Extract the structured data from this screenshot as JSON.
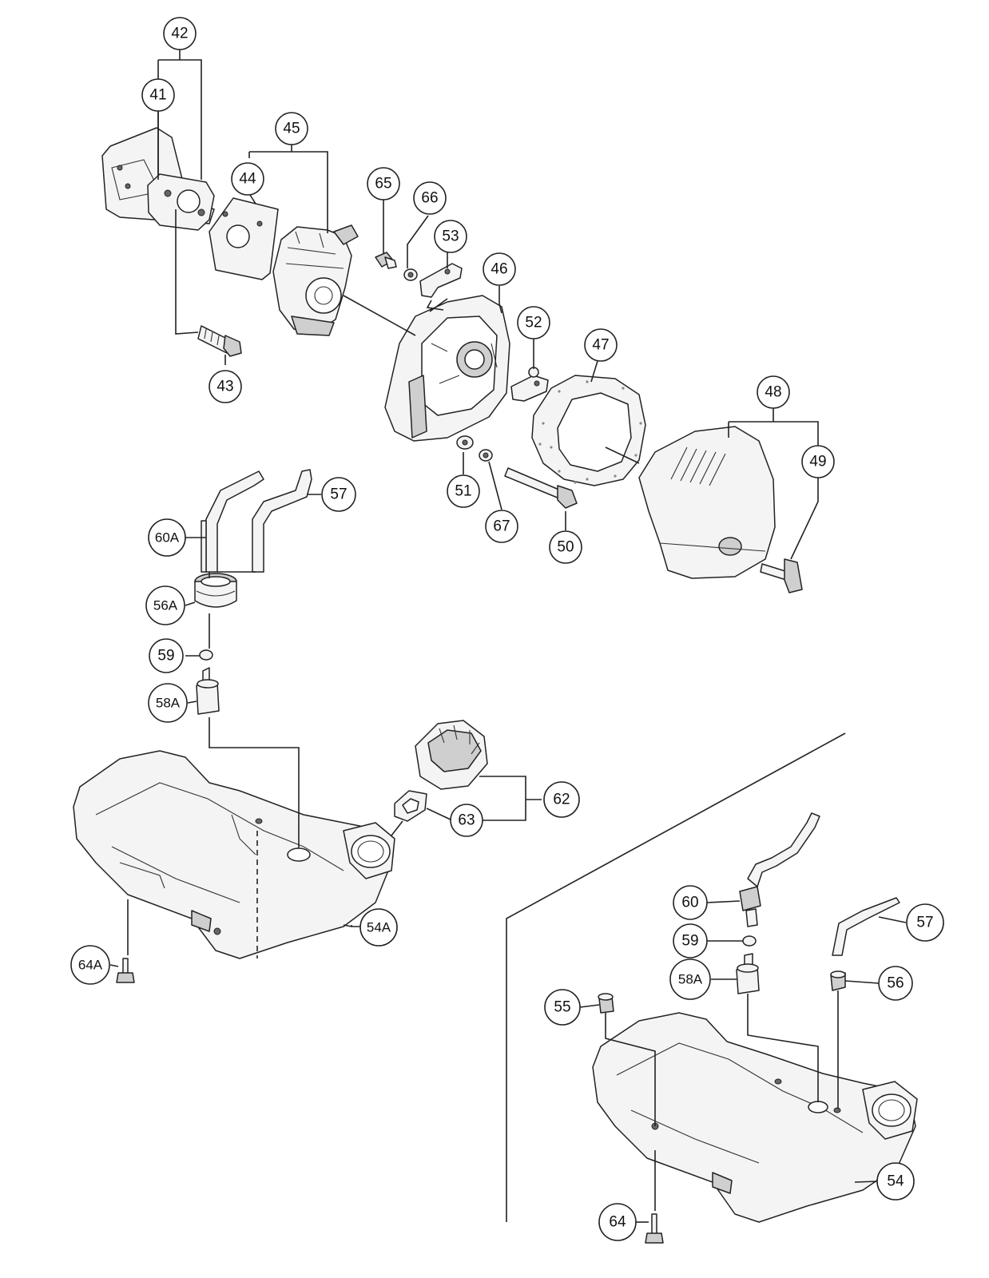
{
  "diagram": {
    "callouts": {
      "p41": "41",
      "p42": "42",
      "p43": "43",
      "p44": "44",
      "p45": "45",
      "p46": "46",
      "p47": "47",
      "p48": "48",
      "p49": "49",
      "p50": "50",
      "p51": "51",
      "p52": "52",
      "p53": "53",
      "p54": "54",
      "p54A": "54A",
      "p55": "55",
      "p56": "56",
      "p56A": "56A",
      "p57a": "57",
      "p57b": "57",
      "p58A_a": "58A",
      "p58A_b": "58A",
      "p59a": "59",
      "p59b": "59",
      "p60": "60",
      "p60A": "60A",
      "p62": "62",
      "p63": "63",
      "p64": "64",
      "p64A": "64A",
      "p65": "65",
      "p66": "66",
      "p67": "67"
    }
  }
}
